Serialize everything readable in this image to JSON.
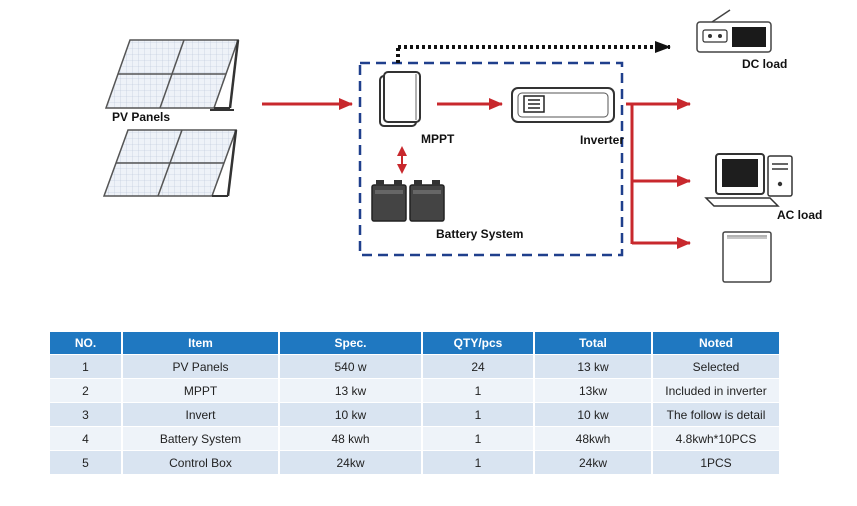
{
  "diagram": {
    "labels": {
      "pv_panels": "PV Panels",
      "mppt": "MPPT",
      "inverter": "Inverter",
      "battery_system": "Battery System",
      "dc_load": "DC load",
      "ac_load": "AC load"
    },
    "colors": {
      "flow_arrow": "#c8282d",
      "dashed_box": "#1f3f8c",
      "dc_line": "#111111"
    }
  },
  "table": {
    "headers": [
      "NO.",
      "Item",
      "Spec.",
      "QTY/pcs",
      "Total",
      "Noted"
    ],
    "rows": [
      [
        "1",
        "PV Panels",
        "540 w",
        "24",
        "13 kw",
        "Selected"
      ],
      [
        "2",
        "MPPT",
        "13 kw",
        "1",
        "13kw",
        "Included in inverter"
      ],
      [
        "3",
        "Invert",
        "10 kw",
        "1",
        "10 kw",
        "The follow is detail"
      ],
      [
        "4",
        "Battery System",
        "48 kwh",
        "1",
        "48kwh",
        "4.8kwh*10PCS"
      ],
      [
        "5",
        "Control Box",
        "24kw",
        "1",
        "24kw",
        "1PCS"
      ]
    ],
    "header_color": "#1f78c1"
  }
}
